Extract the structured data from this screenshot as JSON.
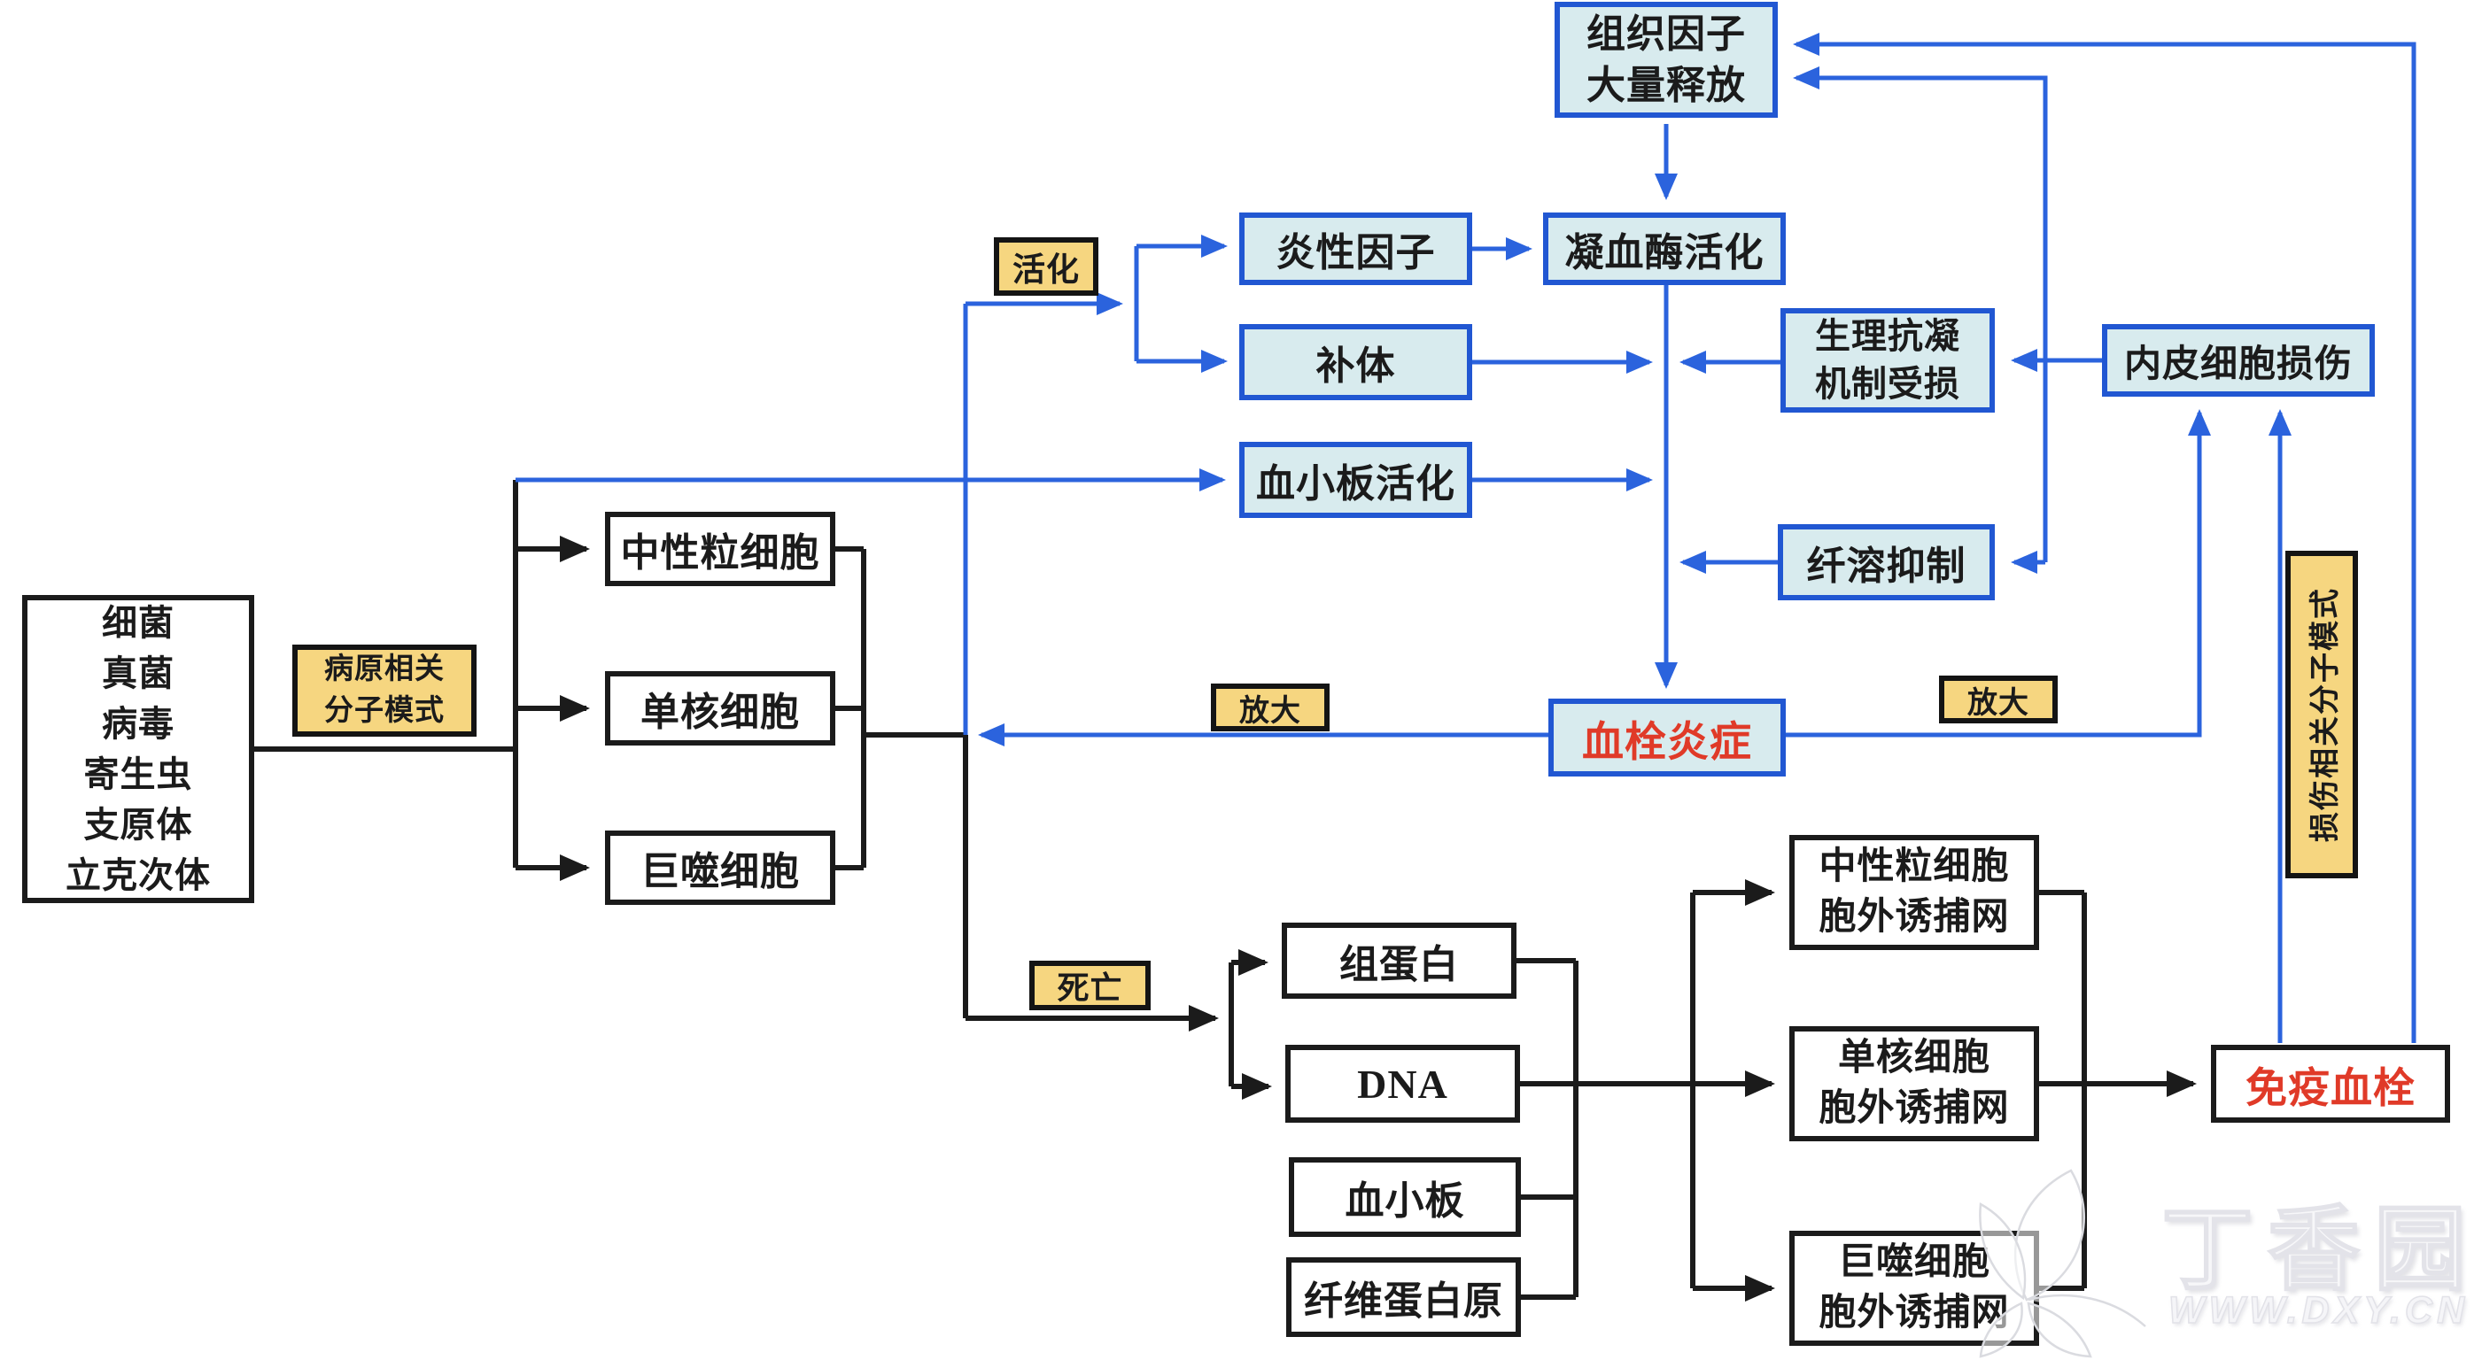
{
  "colors": {
    "box_border_blue": "#2157d2",
    "box_fill_blue": "#d8ebee",
    "box_border_black": "#1b1b1b",
    "label_fill_yellow": "#f6d680",
    "line_blue": "#2b63dd",
    "line_black": "#1b1b1b",
    "highlight_red": "#e03a28"
  },
  "nodes": {
    "pathogens": "细菌\n真菌\n病毒\n寄生虫\n支原体\n立克次体",
    "pamp": "病原相关\n分子模式",
    "neutrophil": "中性粒细胞",
    "monocyte": "单核细胞",
    "macrophage": "巨噬细胞",
    "activation": "活化",
    "inflammatory_factors": "炎性因子",
    "thrombin_activation": "凝血酶活化",
    "tissue_factor": "组织因子\n大量释放",
    "complement": "补体",
    "anticoagulation_impaired": "生理抗凝\n机制受损",
    "endothelial_injury": "内皮细胞损伤",
    "platelet_activation": "血小板活化",
    "fibrinolysis_inhibition": "纤溶抑制",
    "amplify_left": "放大",
    "thromboinflammation": "血栓炎症",
    "amplify_right": "放大",
    "damp": "损伤相关分子模式",
    "death": "死亡",
    "histone": "组蛋白",
    "dna": "DNA",
    "platelets": "血小板",
    "fibrinogen": "纤维蛋白原",
    "net_neutrophil": "中性粒细胞\n胞外诱捕网",
    "net_monocyte": "单核细胞\n胞外诱捕网",
    "net_macrophage": "巨噬细胞\n胞外诱捕网",
    "immunothrombosis": "免疫血栓"
  },
  "watermark": {
    "logo": "丁香园",
    "url": "WWW.DXY.CN"
  }
}
